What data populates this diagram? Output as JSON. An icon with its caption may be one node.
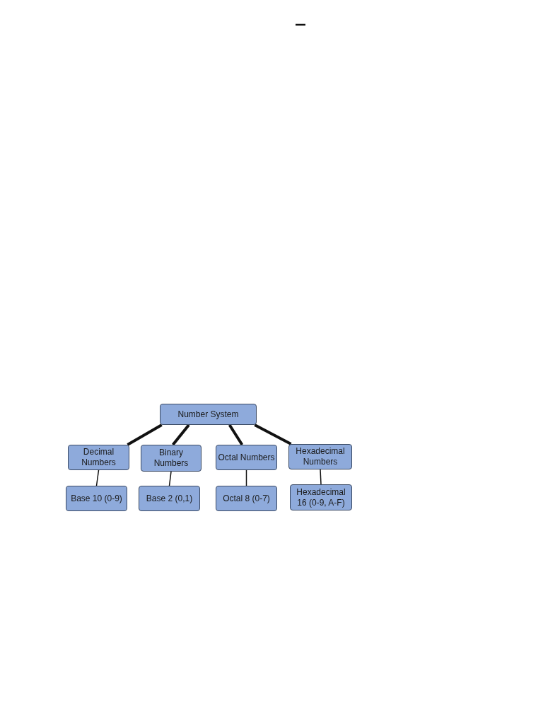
{
  "diagram": {
    "nodes": [
      {
        "text": [
          "Number System"
        ]
      },
      {
        "text": [
          "Decimal Numbers"
        ]
      },
      {
        "text": [
          "Binary Numbers"
        ]
      },
      {
        "text": [
          "Octal Numbers"
        ]
      },
      {
        "text": [
          "Hexadecimal Numbers"
        ]
      },
      {
        "text": [
          "Base 10 (0-9)"
        ]
      },
      {
        "text": [
          "Base 2 (0,1)"
        ]
      },
      {
        "text": [
          "Octal 8 (0-7)"
        ]
      },
      {
        "text": [
          "Hexadecimal 16 (0-9, A-F)"
        ]
      }
    ],
    "edges": [
      {
        "from": 0,
        "to": 1,
        "arrow": "none",
        "style": "thick"
      },
      {
        "from": 0,
        "to": 2,
        "arrow": "none",
        "style": "thick"
      },
      {
        "from": 0,
        "to": 3,
        "arrow": "none",
        "style": "thick"
      },
      {
        "from": 0,
        "to": 4,
        "arrow": "none",
        "style": "thick"
      },
      {
        "from": 1,
        "to": 5,
        "arrow": "none"
      },
      {
        "from": 2,
        "to": 6,
        "arrow": "none"
      },
      {
        "from": 3,
        "to": 7,
        "arrow": "none"
      },
      {
        "from": 4,
        "to": 8,
        "arrow": "none"
      }
    ]
  }
}
